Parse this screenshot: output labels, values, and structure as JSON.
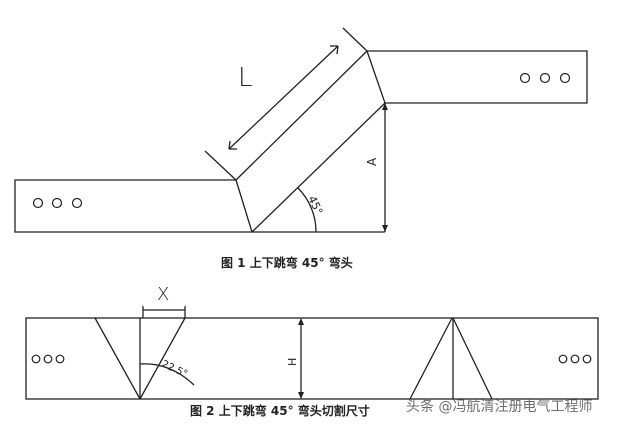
{
  "figure1": {
    "caption": "图 1  上下跳弯 45° 弯头",
    "labels": {
      "length": "L",
      "height": "A",
      "angle": "45°"
    },
    "holes_left": "○○○",
    "holes_right": "○○○"
  },
  "figure2": {
    "caption": "图 2  上下跳弯 45° 弯头切割尺寸",
    "labels": {
      "width": "X",
      "height": "H",
      "angle": "22.5°"
    },
    "holes_left": "○○○",
    "holes_right": "○○○"
  },
  "watermark": "头条 @冯航清注册电气工程师",
  "colors": {
    "line": "#222222",
    "background": "#ffffff"
  }
}
